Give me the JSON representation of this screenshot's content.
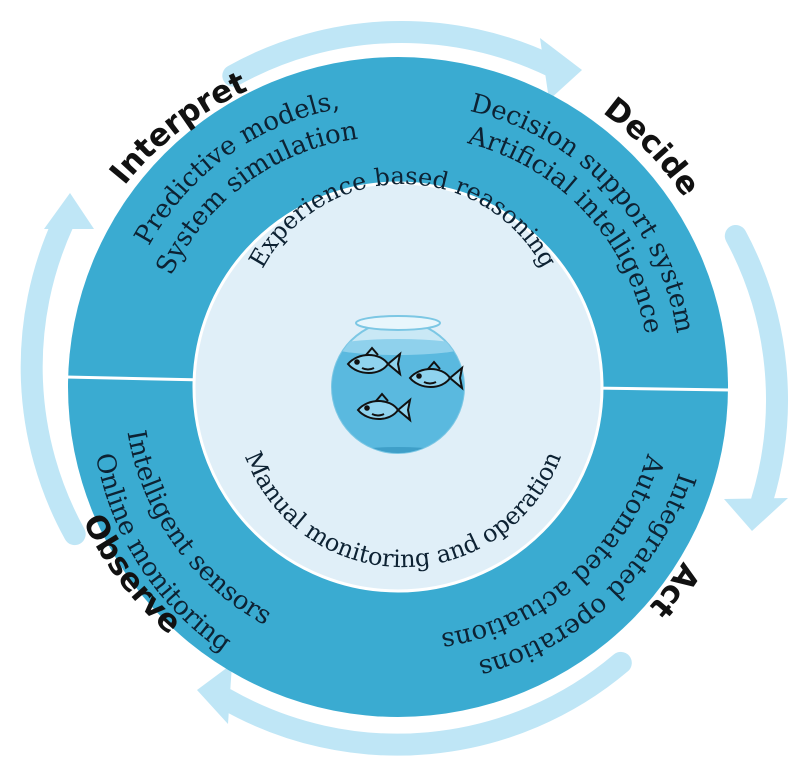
{
  "colors": {
    "ring": "#3aabd1",
    "arrows": "#bfe6f6",
    "inner_disc": "#e0eff8",
    "divider": "#ffffff",
    "text": "#0d2233",
    "phase_text": "#111111"
  },
  "phases": {
    "interpret": "Interpret",
    "decide": "Decide",
    "act": "Act",
    "observe": "Observe"
  },
  "quadrants": {
    "interpret": {
      "line1": "Predictive models,",
      "line2": "System simulation"
    },
    "decide": {
      "line1": "Decision support system",
      "line2": "Artificial intelligence"
    },
    "act": {
      "line1": "Automated actuations",
      "line2": "Integrated operations"
    },
    "observe": {
      "line1": "Intelligent sensors",
      "line2": "Online monitoring"
    }
  },
  "inner": {
    "top": "Experience based reasoning",
    "bottom": "Manual monitoring and operation"
  },
  "center_icon": "fishbowl-with-three-fish-icon"
}
